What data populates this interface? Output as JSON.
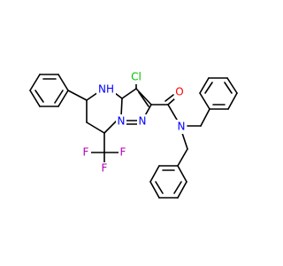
{
  "molecule": {
    "colors": {
      "bond": "#000000",
      "N": "#0000ff",
      "O": "#ff0000",
      "Cl": "#00c000",
      "F": "#b300b3"
    },
    "labels": {
      "nh": "NH",
      "n_left": "N",
      "n_right": "N",
      "n_amide": "N",
      "cl": "Cl",
      "o": "O",
      "f1": "F",
      "f2": "F",
      "f3": "F"
    }
  }
}
